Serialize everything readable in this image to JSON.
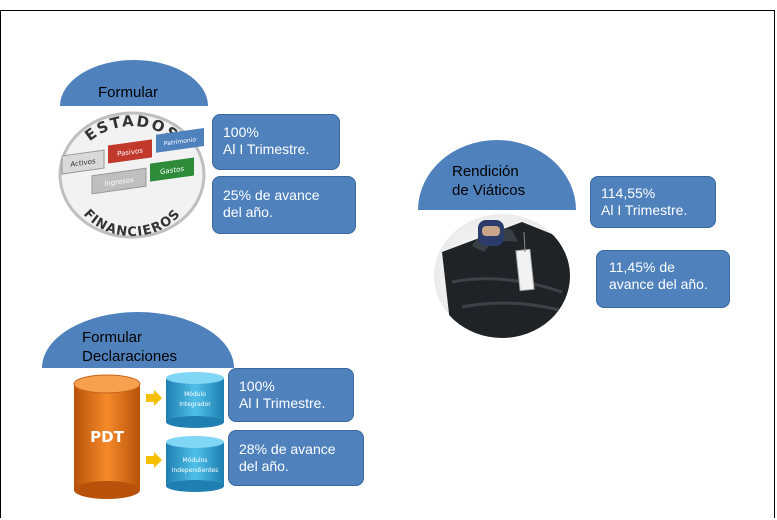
{
  "estados": {
    "title": "Formular",
    "logo_top": "ESTADOS",
    "logo_bottom": "FINANCIEROS",
    "tiles": [
      "Activos",
      "Pasivos",
      "Patrimonio",
      "Ingresos",
      "Gastos"
    ],
    "metric1": [
      "100%",
      "Al I Trimestre."
    ],
    "metric2": [
      "25% de avance",
      "del año."
    ]
  },
  "viaticos": {
    "title": [
      "Rendición",
      "de Viáticos"
    ],
    "metric1": [
      "114,55%",
      "Al I Trimestre."
    ],
    "metric2": [
      "11,45% de",
      "avance del año."
    ]
  },
  "declaraciones": {
    "title": [
      "Formular",
      "Declaraciones"
    ],
    "pdt_label": "PDT",
    "module1": [
      "Módulo",
      "Integrador"
    ],
    "module2": [
      "Módulos",
      "Independientes"
    ],
    "metric1": [
      "100%",
      "Al I Trimestre."
    ],
    "metric2": [
      "28% de avance",
      "del año."
    ]
  },
  "colors": {
    "accent_blue": "#4f81bd",
    "pdt_orange": "#e36c0a",
    "tile_red": "#c0392b",
    "tile_green": "#2e8b3a"
  }
}
